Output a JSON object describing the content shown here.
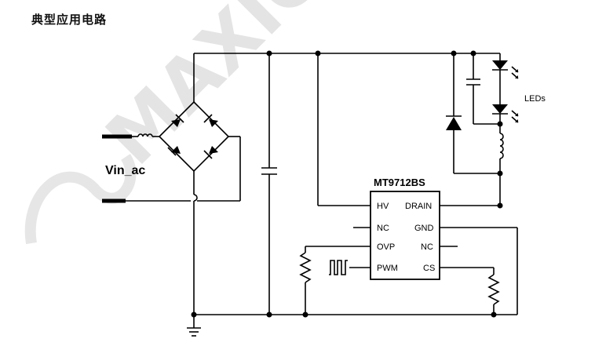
{
  "title": "典型应用电路",
  "watermark": "MAXIC",
  "chip": {
    "name": "MT9712BS",
    "left_pins": [
      "HV",
      "NC",
      "OVP",
      "PWM"
    ],
    "right_pins": [
      "DRAIN",
      "GND",
      "NC",
      "CS"
    ]
  },
  "labels": {
    "input": "Vin_ac",
    "leds": "LEDs"
  }
}
